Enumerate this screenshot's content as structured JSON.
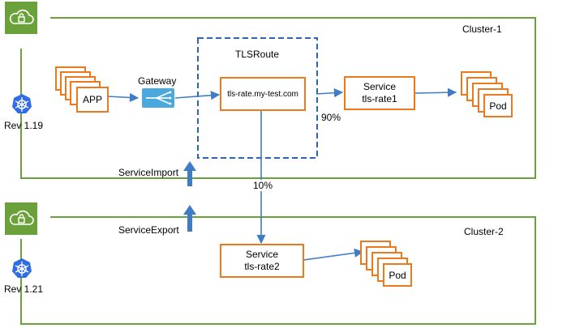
{
  "clusters": {
    "cluster1": {
      "label": "Cluster-1",
      "rev": "Rev 1.19"
    },
    "cluster2": {
      "label": "Cluster-2",
      "rev": "Rev 1.21"
    }
  },
  "app": {
    "label": "APP"
  },
  "gateway": {
    "label": "Gateway"
  },
  "tlsroute": {
    "label": "TLSRoute",
    "host": "tls-rate.my-test.com"
  },
  "service1": {
    "line1": "Service",
    "line2": "tls-rate1"
  },
  "service2": {
    "line1": "Service",
    "line2": "tls-rate2"
  },
  "pods": {
    "label": "Pod"
  },
  "weights": {
    "primary": "90%",
    "secondary": "10%"
  },
  "mcs": {
    "import": "ServiceImport",
    "export": "ServiceExport"
  },
  "colors": {
    "cluster_border": "#6aa13a",
    "orange": "#ec7a1c",
    "blue": "#3f7cc6",
    "dash": "#2f63b4",
    "k8s": "#326ce5",
    "gateway": "#4aa8dc"
  },
  "icons": [
    "lock-cloud-icon",
    "kubernetes-icon",
    "gateway-icon"
  ]
}
